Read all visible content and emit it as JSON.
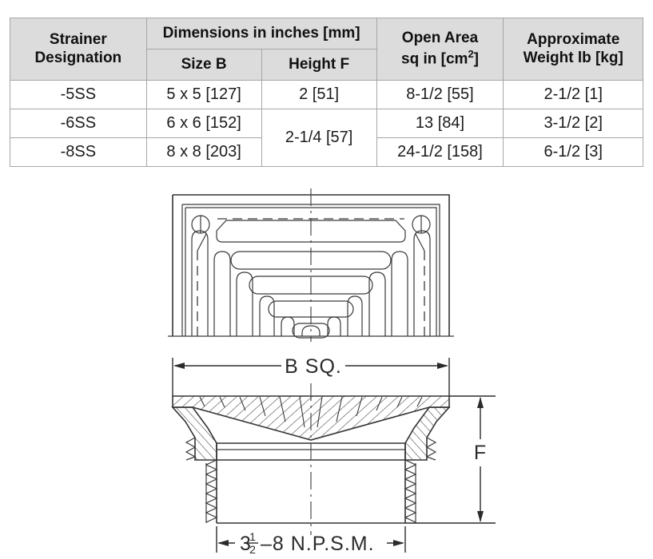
{
  "table": {
    "headers": {
      "strainer_designation": "Strainer Designation",
      "strainer_designation_l1": "Strainer",
      "strainer_designation_l2": "Designation",
      "dimensions_group": "Dimensions in inches [mm]",
      "size_b": "Size B",
      "height_f": "Height F",
      "open_area_l1": "Open Area",
      "open_area_l2": "sq in [cm",
      "open_area_sup": "2",
      "open_area_l2_end": "]",
      "approx_weight_l1": "Approximate",
      "approx_weight_l2": "Weight  lb [kg]"
    },
    "rows": [
      {
        "designation": "-5SS",
        "size_b": "5 x 5 [127]",
        "height_f": "2 [51]",
        "open_area": "8-1/2 [55]",
        "weight": "2-1/2 [1]"
      },
      {
        "designation": "-6SS",
        "size_b": "6 x 6 [152]",
        "height_f": "2-1/4 [57]",
        "open_area": "13 [84]",
        "weight": "3-1/2 [2]"
      },
      {
        "designation": "-8SS",
        "size_b": "8 x 8 [203]",
        "height_f": "",
        "open_area": "24-1/2 [158]",
        "weight": "6-1/2 [3]"
      }
    ]
  },
  "drawing": {
    "title": "Square strainer plan view and section",
    "labels": {
      "b_square": "B  SQ.",
      "height_f": "F",
      "npsm_whole": "3",
      "npsm_num": "1",
      "npsm_den": "2",
      "npsm_rest": "–8  N.P.S.M."
    }
  },
  "colors": {
    "header_fill": "#dcdcdc",
    "border": "#a6a6a6",
    "line": "#333333",
    "text": "#1b1b1b"
  }
}
